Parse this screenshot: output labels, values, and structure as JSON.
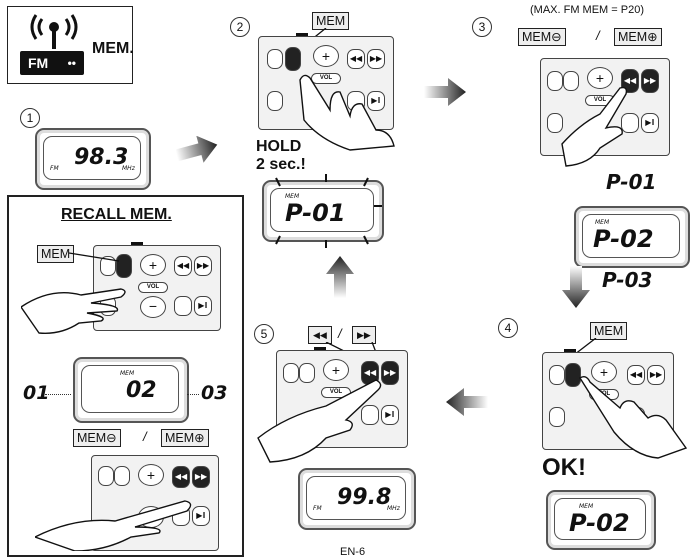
{
  "header": {
    "fm_label": "FM",
    "mem_label": "MEM."
  },
  "step1": {
    "num": "1",
    "display": "98.3",
    "unit": "MHz",
    "fm": "FM"
  },
  "step2": {
    "num": "2",
    "mem_tag": "MEM",
    "hold_text": "HOLD",
    "hold_time": "2 sec.!",
    "display_small": "MEM",
    "display": "P-01"
  },
  "step3": {
    "num": "3",
    "note": "(MAX. FM MEM = P20)",
    "mem_minus": "MEM⊖",
    "slash": "/",
    "mem_plus": "MEM⊕",
    "preset_prev": "P-01",
    "display_small": "MEM",
    "display": "P-02",
    "preset_next": "P-03"
  },
  "step4": {
    "num": "4",
    "mem_tag": "MEM",
    "ok_text": "OK!",
    "display_small": "MEM",
    "display": "P-02"
  },
  "step5": {
    "num": "5",
    "slash": "/",
    "display": "99.8",
    "unit": "MHz",
    "fm": "FM"
  },
  "recall": {
    "title": "RECALL MEM.",
    "mem_tag": "MEM",
    "left_num": "01",
    "display_small": "MEM",
    "display": "02",
    "right_num": "03",
    "mem_minus": "MEM⊖",
    "slash": "/",
    "mem_plus": "MEM⊕"
  },
  "remote_labels": {
    "vol": "VOL"
  },
  "footer": "EN-6"
}
